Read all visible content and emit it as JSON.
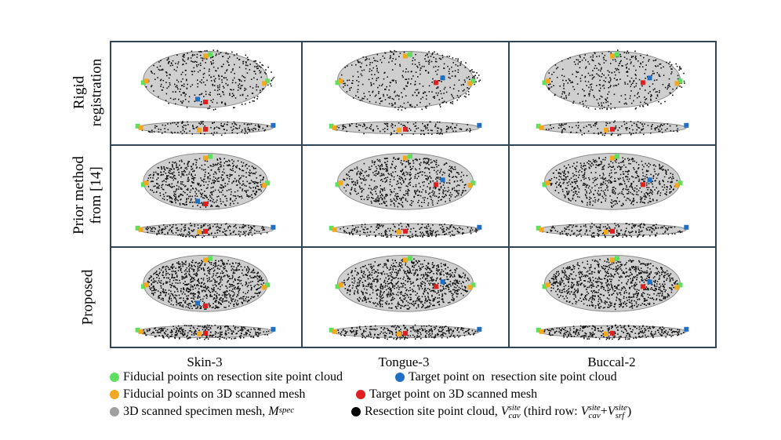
{
  "row_labels": [
    {
      "line1": "Rigid",
      "line2": "registration"
    },
    {
      "line1": "Prior method",
      "line2": "from [14]"
    },
    {
      "line1": "Proposed",
      "line2": ""
    }
  ],
  "column_labels": [
    "Skin-3",
    "Tongue-3",
    "Buccal-2"
  ],
  "legend": {
    "green": "Fiducial points on resection site point cloud",
    "blue": "Target point on  resection site point cloud",
    "orange": "Fiducial points on 3D scanned mesh",
    "red": "Target point on 3D scanned mesh",
    "gray": "3D scanned specimen mesh, ",
    "gray_math": "M",
    "gray_sup": "spec",
    "black_prefix": "Resection site point cloud, ",
    "black_math": "V",
    "black_sub": "cav",
    "black_sup": "site",
    "black_paren_open": " (third row: ",
    "black_paren_close": ")",
    "black_plus": "+",
    "black_sub2": "srf"
  },
  "colors": {
    "green": "#5ee05e",
    "blue": "#1f6fc4",
    "orange": "#f0a820",
    "red": "#e02020",
    "gray": "#a0a0a0",
    "black": "#000000",
    "border": "#2f4454"
  }
}
